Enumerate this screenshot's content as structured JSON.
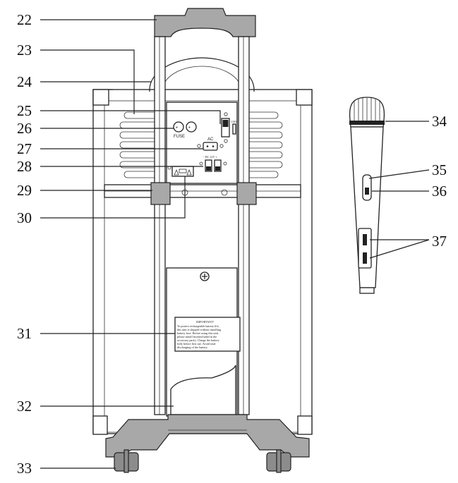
{
  "callouts": {
    "c22": "22",
    "c23": "23",
    "c24": "24",
    "c25": "25",
    "c26": "26",
    "c27": "27",
    "c28": "28",
    "c29": "29",
    "c30": "30",
    "c31": "31",
    "c32": "32",
    "c33": "33",
    "c34": "34",
    "c35": "35",
    "c36": "36",
    "c37": "37"
  },
  "panel": {
    "fuse": "FUSE",
    "ac": "AC",
    "dc": "- DC 12V +",
    "voltage": "110V"
  },
  "notice": {
    "title": "IMPORTANT!",
    "lines": [
      "To protect rechargeable battery life,",
      "this unit is shipped without installing",
      "battery fuse. Before using this unit,",
      "please install fuse(included in the",
      "accessory pack). Charge the battery",
      "fully before  first use. Avoid total",
      "discharging of the battery."
    ]
  },
  "colors": {
    "line": "#222222",
    "handle": "#a8a8a8",
    "wheel": "#8c8c8c"
  }
}
